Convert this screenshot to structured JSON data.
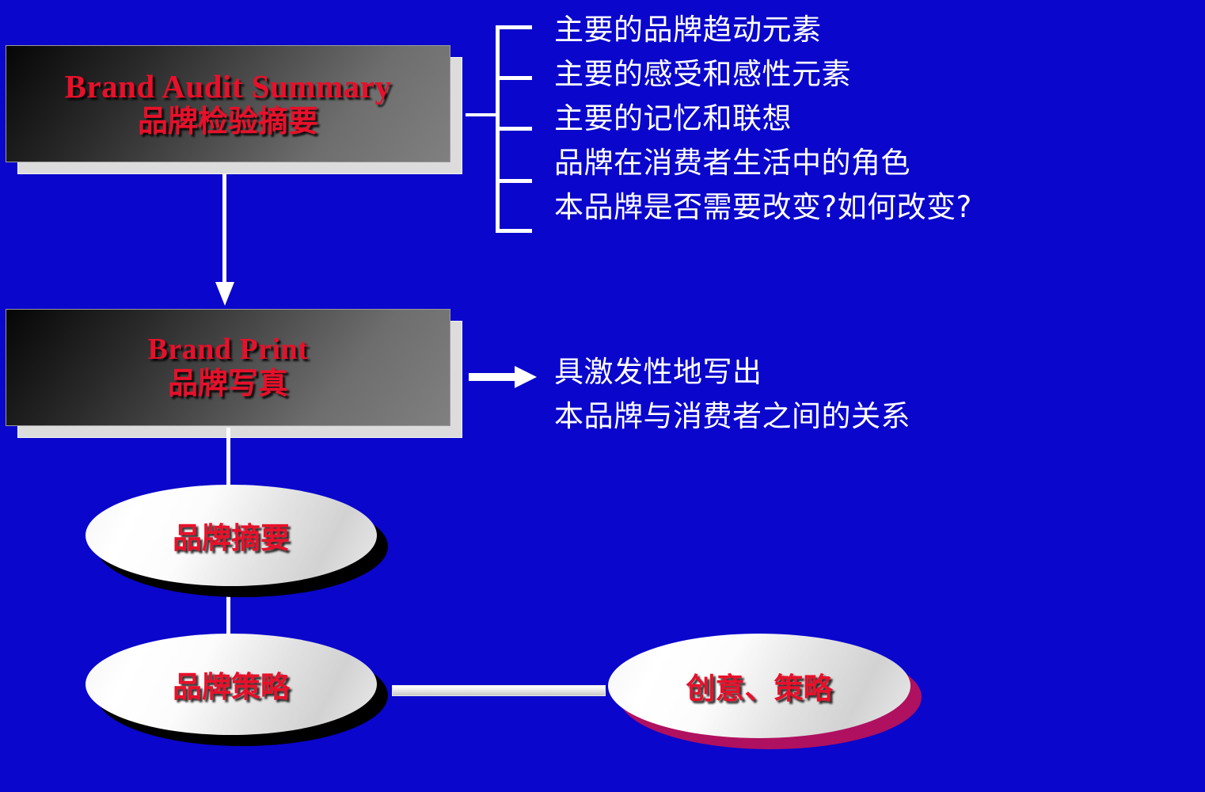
{
  "slide": {
    "background_color": "#0a06cc",
    "accent_text_color": "#e8102a",
    "body_text_color": "#ffffff",
    "magenta_shadow_color": "#b01060"
  },
  "boxes": {
    "brand_audit": {
      "title_en": "Brand Audit Summary",
      "title_cn": "品牌检验摘要"
    },
    "brand_print": {
      "title_en": "Brand Print",
      "title_cn": "品牌写真"
    }
  },
  "bullets": [
    "主要的品牌趋动元素",
    "主要的感受和感性元素",
    "主要的记忆和联想",
    "品牌在消费者生活中的角色",
    "本品牌是否需要改变?如何改变?"
  ],
  "note": [
    "具激发性地写出",
    "本品牌与消费者之间的关系"
  ],
  "ellipses": {
    "summary": "品牌摘要",
    "strategy": "品牌策略",
    "creative": "创意、策略"
  }
}
